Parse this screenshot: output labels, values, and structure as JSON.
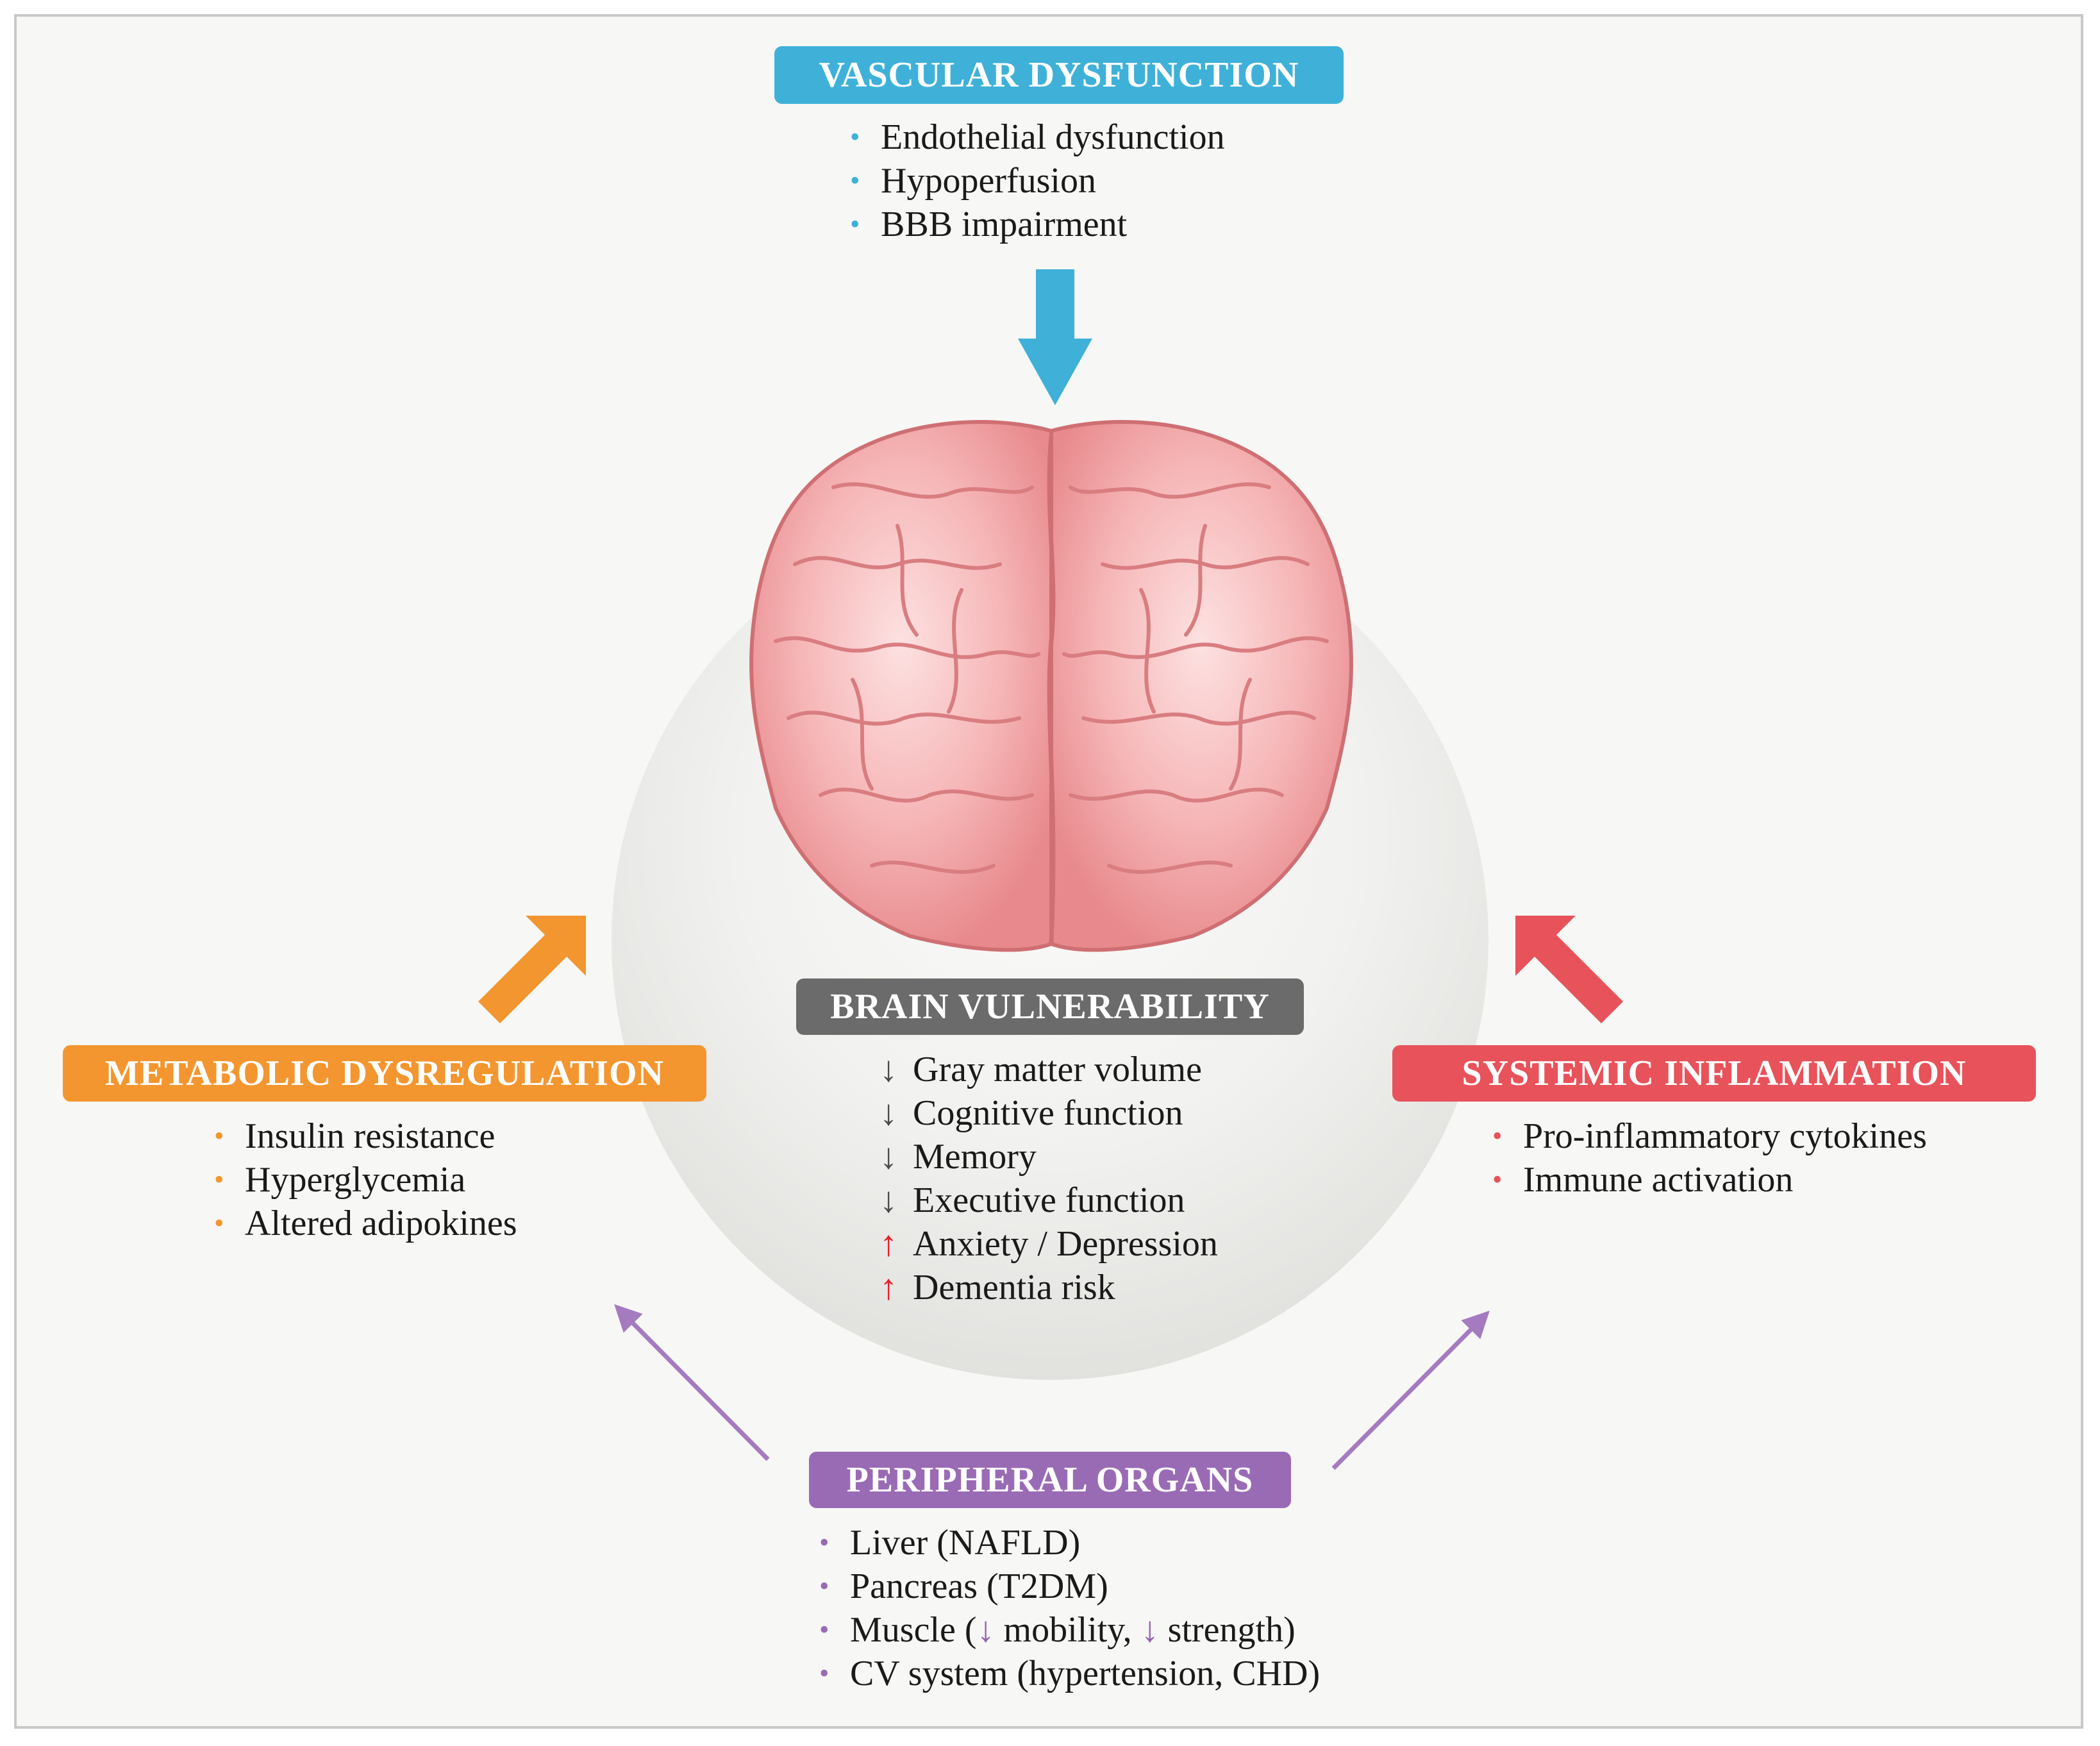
{
  "colors": {
    "vascular": "#3fb1d8",
    "metabolic": "#f3962f",
    "inflammation": "#e8525a",
    "brain": "#6b6b6b",
    "peripheral": "#9a6bb5",
    "up_arrow": "#e8202a",
    "down_arrow": "#4a4a4a"
  },
  "vascular": {
    "title": "VASCULAR DYSFUNCTION",
    "items": [
      "Endothelial dysfunction",
      "Hypoperfusion",
      "BBB impairment"
    ]
  },
  "brain": {
    "title": "BRAIN VULNERABILITY",
    "items": [
      {
        "dir": "↓",
        "text": "Gray matter volume"
      },
      {
        "dir": "↓",
        "text": "Cognitive function"
      },
      {
        "dir": "↓",
        "text": "Memory"
      },
      {
        "dir": "↓",
        "text": "Executive function"
      },
      {
        "dir": "↑",
        "text": "Anxiety / Depression"
      },
      {
        "dir": "↑",
        "text": "Dementia risk"
      }
    ]
  },
  "metabolic": {
    "title": "METABOLIC DYSREGULATION",
    "items": [
      "Insulin resistance",
      "Hyperglycemia",
      "Altered adipokines"
    ]
  },
  "inflammation": {
    "title": "SYSTEMIC INFLAMMATION",
    "items": [
      "Pro-inflammatory cytokines",
      "Immune activation"
    ]
  },
  "peripheral": {
    "title": "PERIPHERAL ORGANS",
    "items": {
      "liver": "Liver (NAFLD)",
      "pancreas": "Pancreas (T2DM)",
      "muscle_a": "Muscle (",
      "muscle_arrow_1": "↓",
      "muscle_b": " mobility, ",
      "muscle_arrow_2": "↓",
      "muscle_c": " strength)",
      "cv": "CV system (hypertension, CHD)"
    }
  },
  "bullet": "•",
  "icons": {
    "brain": "brain-icon",
    "vascular_arrow": "down-arrow-icon",
    "metabolic_arrow": "up-right-arrow-icon",
    "inflammation_arrow": "up-left-arrow-icon"
  }
}
